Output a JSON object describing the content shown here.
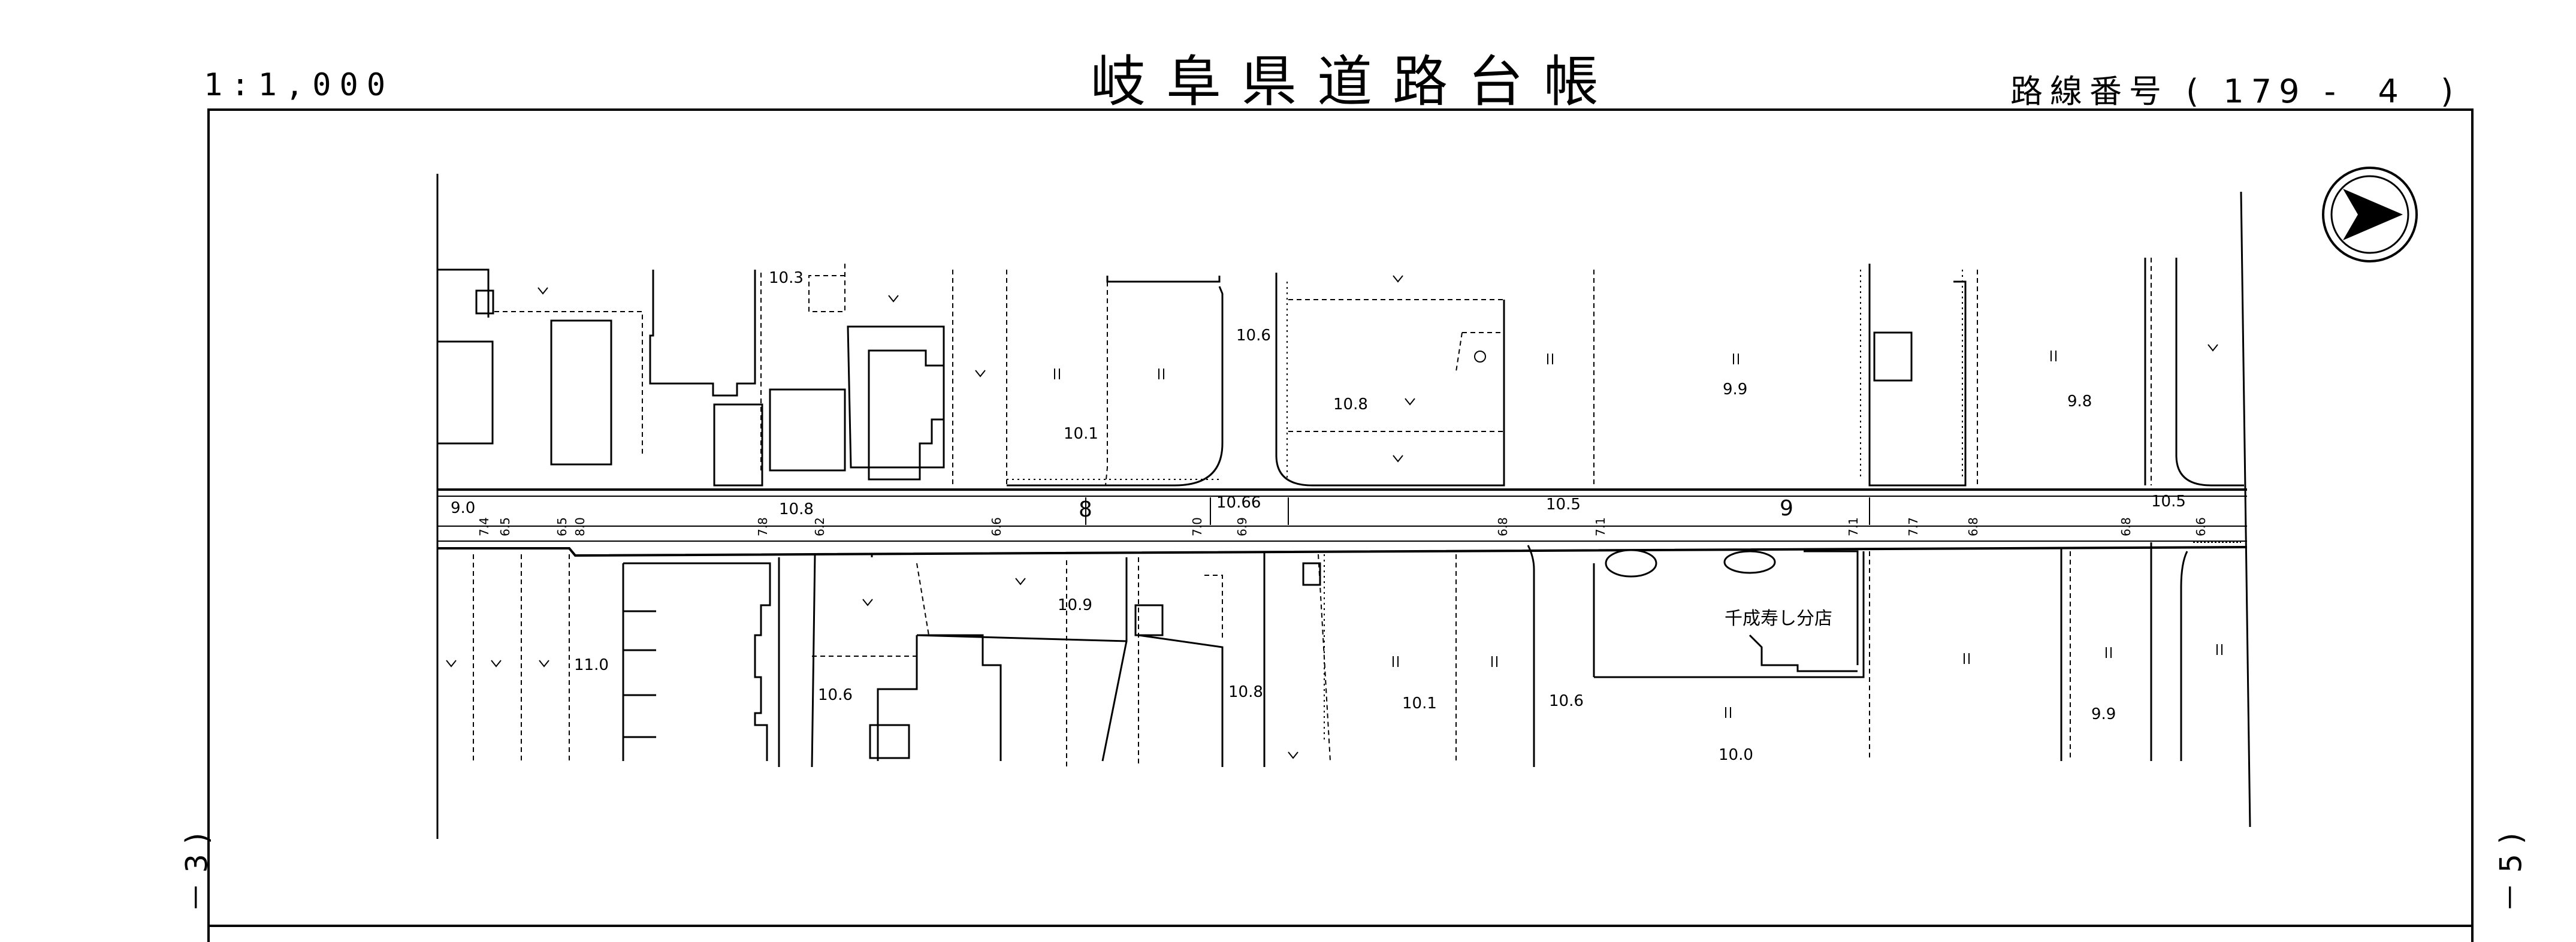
{
  "header": {
    "scale": "1:1,000",
    "title": "岐阜県道路台帳",
    "route_label": "路線番号",
    "route_value": "( 179 -  4  )"
  },
  "edges": {
    "left": "－ 3 )",
    "right": "－ 5 )"
  },
  "map": {
    "shop_label": "千成寿し分店",
    "road_widths": {
      "w1": "8",
      "w2": "9"
    },
    "elevations": [
      "10.3",
      "10.6",
      "10.1",
      "10.8",
      "9.9",
      "9.8",
      "10.66",
      "10.5",
      "10.5",
      "10.9",
      "11.0",
      "10.6",
      "10.8",
      "10.1",
      "10.6",
      "10.0",
      "9.9",
      "9.0",
      "10.8"
    ],
    "widths": [
      "7.4",
      "6.5",
      "6.5",
      "8.0",
      "7.8",
      "6.2",
      "6.6",
      "7.0",
      "6.9",
      "6.8",
      "7.1",
      "7.1",
      "7.7",
      "6.8",
      "6.8",
      "6.6"
    ]
  },
  "icons": {
    "north_arrow": "north-arrow-icon"
  }
}
